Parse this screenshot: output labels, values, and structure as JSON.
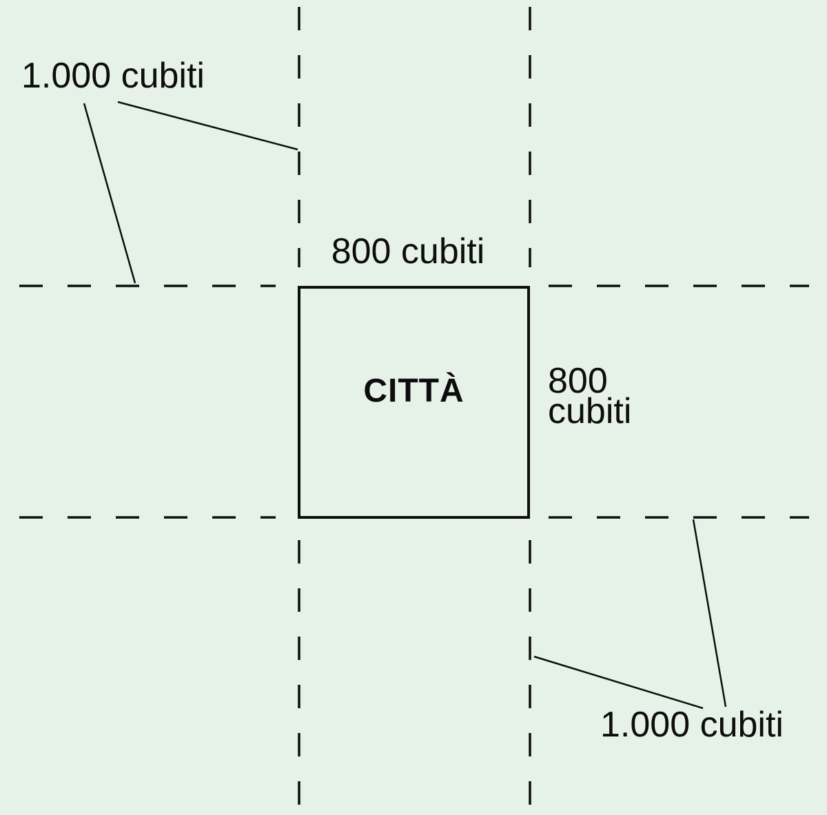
{
  "diagram": {
    "title": "city-pasture-measurement-diagram",
    "colors": {
      "background": "#e6f1e8",
      "line": "#0d0d0d",
      "text": "#0d0d0d"
    },
    "labels": {
      "pasture_top_left": "1.000 cubiti",
      "pasture_bottom_right": "1.000 cubiti",
      "city_width_top": "800 cubiti",
      "city_height_right_line1": "800",
      "city_height_right_line2": "cubiti",
      "city": "CITTÀ"
    }
  }
}
